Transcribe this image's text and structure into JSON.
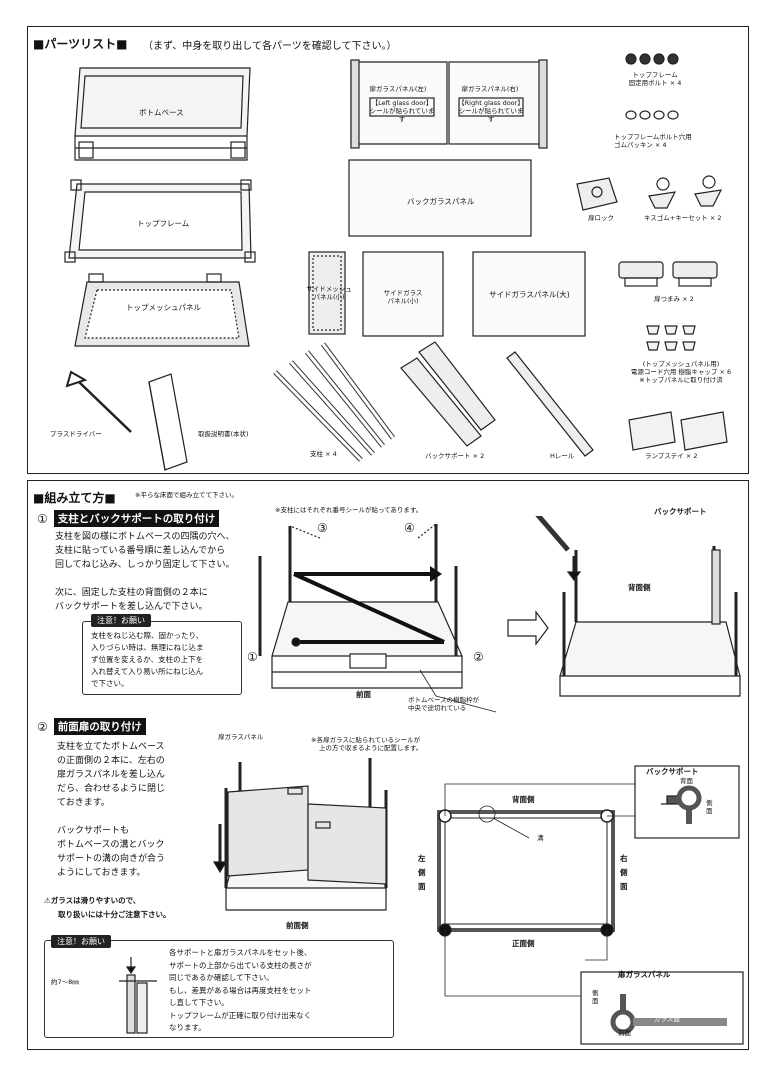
{
  "parts": {
    "heading": "■パーツリスト■",
    "subheading": "（まず、中身を取り出して各パーツを確認して下さい。）",
    "bottom_base": "ボトムベース",
    "top_frame": "トップフレーム",
    "top_mesh_panel": "トップメッシュパネル",
    "left_door": {
      "title": "扉ガラスパネル(左)",
      "tag": "【Left glass door】",
      "sticker": "シールが貼られています"
    },
    "right_door": {
      "title": "扉ガラスパネル(右)",
      "tag": "【Right glass door】",
      "sticker": "シールが貼られています"
    },
    "back_glass": "バックガラスパネル",
    "side_mesh_small": [
      "サイドメッシュ",
      "パネル(小)"
    ],
    "side_glass_small": [
      "サイドガラス",
      "パネル(小)"
    ],
    "side_glass_large": "サイドガラスパネル(大)",
    "bolts": [
      "トップフレーム",
      "固定用ボルト × 4"
    ],
    "packings": [
      "トップフレームボルト穴用",
      "ゴムパッキン × 4"
    ],
    "door_lock": "扉ロック",
    "key_set": "キスゴム+キーセット × 2",
    "knobs": "扉つまみ × 2",
    "caps": [
      "(トップメッシュパネル用)",
      "電源コード穴用 樹脂キャップ × 6",
      "※トップパネルに取り付け済"
    ],
    "driver": "プラスドライバー",
    "manual": "取扱説明書(本状)",
    "posts": "支柱 × 4",
    "back_support": "バックサポート × 2",
    "h_rail": "Hレール",
    "lamp_stay": "ランプステイ × 2"
  },
  "assembly": {
    "heading": "■組み立て方■",
    "note": "※平らな床面で組み立てて下さい。",
    "step1": {
      "num": "①",
      "title": "支柱とバックサポートの取り付け",
      "lines": [
        "支柱を図の様にボトムベースの四隅の穴へ、",
        "支柱に貼っている番号順に差し込んでから",
        "回してねじ込み、しっかり固定して下さい。",
        "",
        "次に、固定した支柱の背面側の２本に",
        "バックサポートを差し込んで下さい。"
      ],
      "caution_tag": "注意！お願い",
      "caution_lines": [
        "支柱をねじ込む際、固かったり、",
        "入りづらい時は、無理にねじ込ま",
        "ず位置を変えるか、支柱の上下を",
        "入れ替えて入り易い所にねじ込ん",
        "で下さい。"
      ],
      "sticker_note": "※支柱にはそれぞれ番号シールが貼ってあります。",
      "front_label": "前面",
      "base_note": [
        "ボトムベースの樹脂枠が",
        "中央で途切れている"
      ],
      "back_support_label": "バックサポート",
      "back_side_label": "背面側",
      "nums": [
        "①",
        "②",
        "③",
        "④"
      ]
    },
    "step2": {
      "num": "②",
      "title": "前面扉の取り付け",
      "lines": [
        "支柱を立てたボトムベース",
        "の正面側の２本に、左右の",
        "扉ガラスパネルを差し込ん",
        "だら、合わせるように閉じ",
        "ておきます。",
        "",
        "バックサポートも",
        "ボトムベースの溝とバック",
        "サポートの溝の向きが合う",
        "ようにしておきます。"
      ],
      "warning_lines": [
        "ガラスは滑りやすいので、",
        "取り扱いには十分ご注意下さい。"
      ],
      "door_label": "扉ガラスパネル",
      "seal_note": [
        "※各扉ガラスに貼られているシールが",
        "上の方で収まるように配置します。"
      ],
      "front_side": "前面側",
      "back_side": "背面側",
      "left_side": [
        "左",
        "側",
        "面"
      ],
      "right_side": [
        "右",
        "側",
        "面"
      ],
      "front_side_plan": "正面側",
      "groove": "溝",
      "bs_inset_title": "バックサポート",
      "bs_inset_back": "背面",
      "bs_inset_side": [
        "側",
        "面"
      ],
      "door_inset_title": "扉ガラスパネル",
      "door_inset_side": [
        "側",
        "面"
      ],
      "door_inset_front": "前面",
      "door_inset_glass": "ガラス面",
      "caution2_tag": "注意！お願い",
      "gap_label": "約7〜8㎜",
      "caution2_lines": [
        "各サポートと扉ガラスパネルをセット後、",
        "サポートの上部から出ている支柱の長さが",
        "同じであるか確認して下さい。",
        "もし、差異がある場合は再度支柱をセット",
        "し直して下さい。",
        "トップフレームが正確に取り付け出来なく",
        "なります。"
      ]
    }
  }
}
